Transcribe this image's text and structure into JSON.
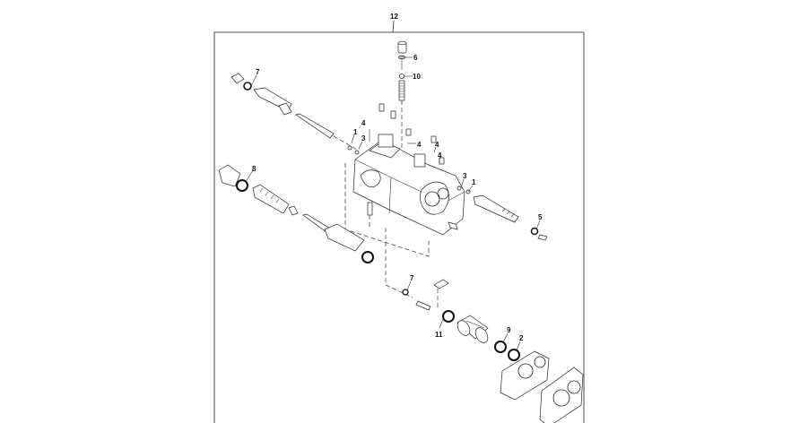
{
  "diagram": {
    "labels": [
      {
        "id": "label-12",
        "text": "12"
      },
      {
        "id": "label-6",
        "text": "6"
      },
      {
        "id": "label-10",
        "text": "10"
      },
      {
        "id": "label-7-top",
        "text": "7"
      },
      {
        "id": "label-1-left",
        "text": "1"
      },
      {
        "id": "label-3-left",
        "text": "3"
      },
      {
        "id": "label-4-a",
        "text": "4"
      },
      {
        "id": "label-4-b",
        "text": "4"
      },
      {
        "id": "label-4-c",
        "text": "4"
      },
      {
        "id": "label-4-d",
        "text": "4"
      },
      {
        "id": "label-8",
        "text": "8"
      },
      {
        "id": "label-3-right",
        "text": "3"
      },
      {
        "id": "label-1-right",
        "text": "1"
      },
      {
        "id": "label-5",
        "text": "5"
      },
      {
        "id": "label-7-bottom",
        "text": "7"
      },
      {
        "id": "label-11",
        "text": "11"
      },
      {
        "id": "label-9",
        "text": "9"
      },
      {
        "id": "label-2",
        "text": "2"
      }
    ]
  }
}
